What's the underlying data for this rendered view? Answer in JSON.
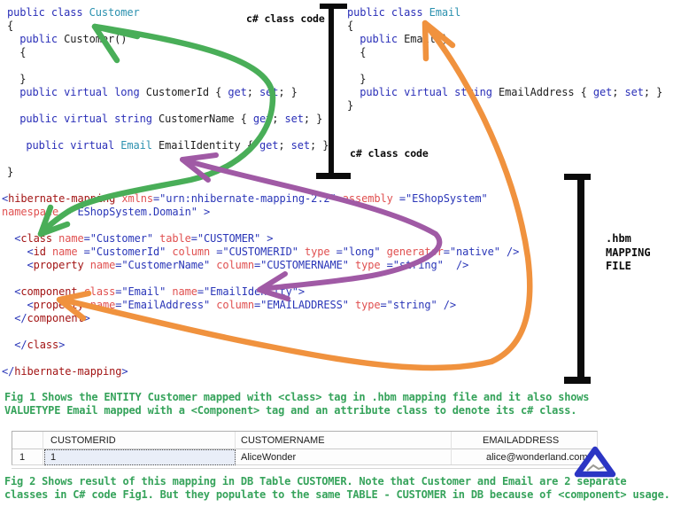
{
  "labels": {
    "csharp_code_top": "c# class code",
    "csharp_code_bottom": "c# class code",
    "hbm_file": ".hbm\nMAPPING\nFILE"
  },
  "colors": {
    "arrow_green": "#49AE58",
    "arrow_purple": "#A05AA5",
    "arrow_orange": "#F0923E",
    "triangle_blue": "#2B35C4",
    "caption_green": "#36A35B",
    "keyword_blue": "#2A2FB8",
    "type_teal": "#2B91AF",
    "xml_element_maroon": "#A31515",
    "xml_attribute_red": "#E05050",
    "xml_value_blue": "#2A36B8"
  },
  "code": {
    "customer_class": [
      [
        [
          "k",
          "public class "
        ],
        [
          "t",
          "Customer"
        ]
      ],
      [
        [
          "p",
          "{"
        ]
      ],
      [
        [
          "k",
          "  public"
        ],
        [
          "p",
          " Customer()"
        ]
      ],
      [
        [
          "p",
          "  {"
        ]
      ],
      [],
      [
        [
          "p",
          "  }"
        ]
      ],
      [
        [
          "k",
          "  public virtual long"
        ],
        [
          "p",
          " CustomerId { "
        ],
        [
          "k",
          "get"
        ],
        [
          "p",
          "; "
        ],
        [
          "k",
          "set"
        ],
        [
          "p",
          "; }"
        ]
      ],
      [],
      [
        [
          "k",
          "  public virtual string"
        ],
        [
          "p",
          " CustomerName { "
        ],
        [
          "k",
          "get"
        ],
        [
          "p",
          "; "
        ],
        [
          "k",
          "set"
        ],
        [
          "p",
          "; }"
        ]
      ],
      [],
      [
        [
          "k",
          "   public virtual "
        ],
        [
          "t",
          "Email"
        ],
        [
          "p",
          " EmailIdentity { "
        ],
        [
          "k",
          "get"
        ],
        [
          "p",
          "; "
        ],
        [
          "k",
          "set"
        ],
        [
          "p",
          "; }"
        ]
      ],
      [],
      [
        [
          "p",
          "}"
        ]
      ]
    ],
    "email_class": [
      [
        [
          "k",
          "public class "
        ],
        [
          "t",
          "Email"
        ]
      ],
      [
        [
          "p",
          "{"
        ]
      ],
      [
        [
          "k",
          "  public"
        ],
        [
          "p",
          " Email()"
        ]
      ],
      [
        [
          "p",
          "  {"
        ]
      ],
      [],
      [
        [
          "p",
          "  }"
        ]
      ],
      [
        [
          "k",
          "  public virtual string"
        ],
        [
          "p",
          " EmailAddress { "
        ],
        [
          "k",
          "get"
        ],
        [
          "p",
          "; "
        ],
        [
          "k",
          "set"
        ],
        [
          "p",
          "; }"
        ]
      ],
      [
        [
          "p",
          "}"
        ]
      ]
    ],
    "hbm_mapping": [
      [
        [
          "d",
          "<"
        ],
        [
          "e",
          "hibernate-mapping"
        ],
        [
          "p",
          " "
        ],
        [
          "a",
          "xmlns"
        ],
        [
          "d",
          "="
        ],
        [
          "v",
          "\"urn:nhibernate-mapping-2.2\""
        ],
        [
          "p",
          " "
        ],
        [
          "a",
          "assembly"
        ],
        [
          "p",
          " "
        ],
        [
          "d",
          "="
        ],
        [
          "v",
          "\"EShopSystem\""
        ]
      ],
      [
        [
          "a",
          "namespace"
        ],
        [
          "p",
          " "
        ],
        [
          "d",
          "="
        ],
        [
          "v",
          "\"EShopSystem.Domain\""
        ],
        [
          "p",
          " "
        ],
        [
          "d",
          ">"
        ]
      ],
      [],
      [
        [
          "p",
          "  "
        ],
        [
          "d",
          "<"
        ],
        [
          "e",
          "class"
        ],
        [
          "p",
          " "
        ],
        [
          "a",
          "name"
        ],
        [
          "d",
          "="
        ],
        [
          "v",
          "\"Customer\""
        ],
        [
          "p",
          " "
        ],
        [
          "a",
          "table"
        ],
        [
          "d",
          "="
        ],
        [
          "v",
          "\"CUSTOMER\""
        ],
        [
          "p",
          " "
        ],
        [
          "d",
          ">"
        ]
      ],
      [
        [
          "p",
          "    "
        ],
        [
          "d",
          "<"
        ],
        [
          "e",
          "id"
        ],
        [
          "p",
          " "
        ],
        [
          "a",
          "name"
        ],
        [
          "p",
          " "
        ],
        [
          "d",
          "="
        ],
        [
          "v",
          "\"CustomerId\""
        ],
        [
          "p",
          " "
        ],
        [
          "a",
          "column"
        ],
        [
          "p",
          " "
        ],
        [
          "d",
          "="
        ],
        [
          "v",
          "\"CUSTOMERID\""
        ],
        [
          "p",
          " "
        ],
        [
          "a",
          "type"
        ],
        [
          "p",
          " "
        ],
        [
          "d",
          "="
        ],
        [
          "v",
          "\"long\""
        ],
        [
          "p",
          " "
        ],
        [
          "a",
          "generator"
        ],
        [
          "d",
          "="
        ],
        [
          "v",
          "\"native\""
        ],
        [
          "p",
          " "
        ],
        [
          "d",
          "/>"
        ]
      ],
      [
        [
          "p",
          "    "
        ],
        [
          "d",
          "<"
        ],
        [
          "e",
          "property"
        ],
        [
          "p",
          " "
        ],
        [
          "a",
          "name"
        ],
        [
          "d",
          "="
        ],
        [
          "v",
          "\"CustomerName\""
        ],
        [
          "p",
          " "
        ],
        [
          "a",
          "column"
        ],
        [
          "d",
          "="
        ],
        [
          "v",
          "\"CUSTOMERNAME\""
        ],
        [
          "p",
          " "
        ],
        [
          "a",
          "type"
        ],
        [
          "p",
          " "
        ],
        [
          "d",
          "="
        ],
        [
          "v",
          "\"string\""
        ],
        [
          "p",
          "  "
        ],
        [
          "d",
          "/>"
        ]
      ],
      [],
      [
        [
          "p",
          "  "
        ],
        [
          "d",
          "<"
        ],
        [
          "e",
          "component"
        ],
        [
          "p",
          " "
        ],
        [
          "a",
          "class"
        ],
        [
          "d",
          "="
        ],
        [
          "v",
          "\"Email\""
        ],
        [
          "p",
          " "
        ],
        [
          "a",
          "name"
        ],
        [
          "d",
          "="
        ],
        [
          "v",
          "\"EmailIdentity\""
        ],
        [
          "d",
          ">"
        ]
      ],
      [
        [
          "p",
          "    "
        ],
        [
          "d",
          "<"
        ],
        [
          "e",
          "property"
        ],
        [
          "p",
          " "
        ],
        [
          "a",
          "name"
        ],
        [
          "d",
          "="
        ],
        [
          "v",
          "\"EmailAddress\""
        ],
        [
          "p",
          " "
        ],
        [
          "a",
          "column"
        ],
        [
          "d",
          "="
        ],
        [
          "v",
          "\"EMAILADDRESS\""
        ],
        [
          "p",
          " "
        ],
        [
          "a",
          "type"
        ],
        [
          "d",
          "="
        ],
        [
          "v",
          "\"string\""
        ],
        [
          "p",
          " "
        ],
        [
          "d",
          "/>"
        ]
      ],
      [
        [
          "p",
          "  "
        ],
        [
          "d",
          "</"
        ],
        [
          "e",
          "component"
        ],
        [
          "d",
          ">"
        ]
      ],
      [],
      [
        [
          "p",
          "  "
        ],
        [
          "d",
          "</"
        ],
        [
          "e",
          "class"
        ],
        [
          "d",
          ">"
        ]
      ],
      [],
      [
        [
          "d",
          "</"
        ],
        [
          "e",
          "hibernate-mapping"
        ],
        [
          "d",
          ">"
        ]
      ]
    ]
  },
  "captions": {
    "fig1_line1": "Fig 1 Shows the ENTITY Customer mapped with <class> tag in .hbm mapping file and it also shows",
    "fig1_line2": "VALUETYPE Email mapped with a <Component> tag and an attribute class to denote its c# class.",
    "fig2_line1": "Fig 2 Shows result of this mapping in DB Table CUSTOMER. Note that Customer and Email are 2 separate",
    "fig2_line2": "classes in C# code Fig1. But they populate to the same TABLE - CUSTOMER in DB because of <component> usage."
  },
  "table": {
    "columns": [
      "CUSTOMERID",
      "CUSTOMERNAME",
      "EMAILADDRESS"
    ],
    "rows": [
      {
        "row_header": "1",
        "customerid": "1",
        "customername": "AliceWonder",
        "emailaddress": "alice@wonderland.com"
      }
    ]
  }
}
